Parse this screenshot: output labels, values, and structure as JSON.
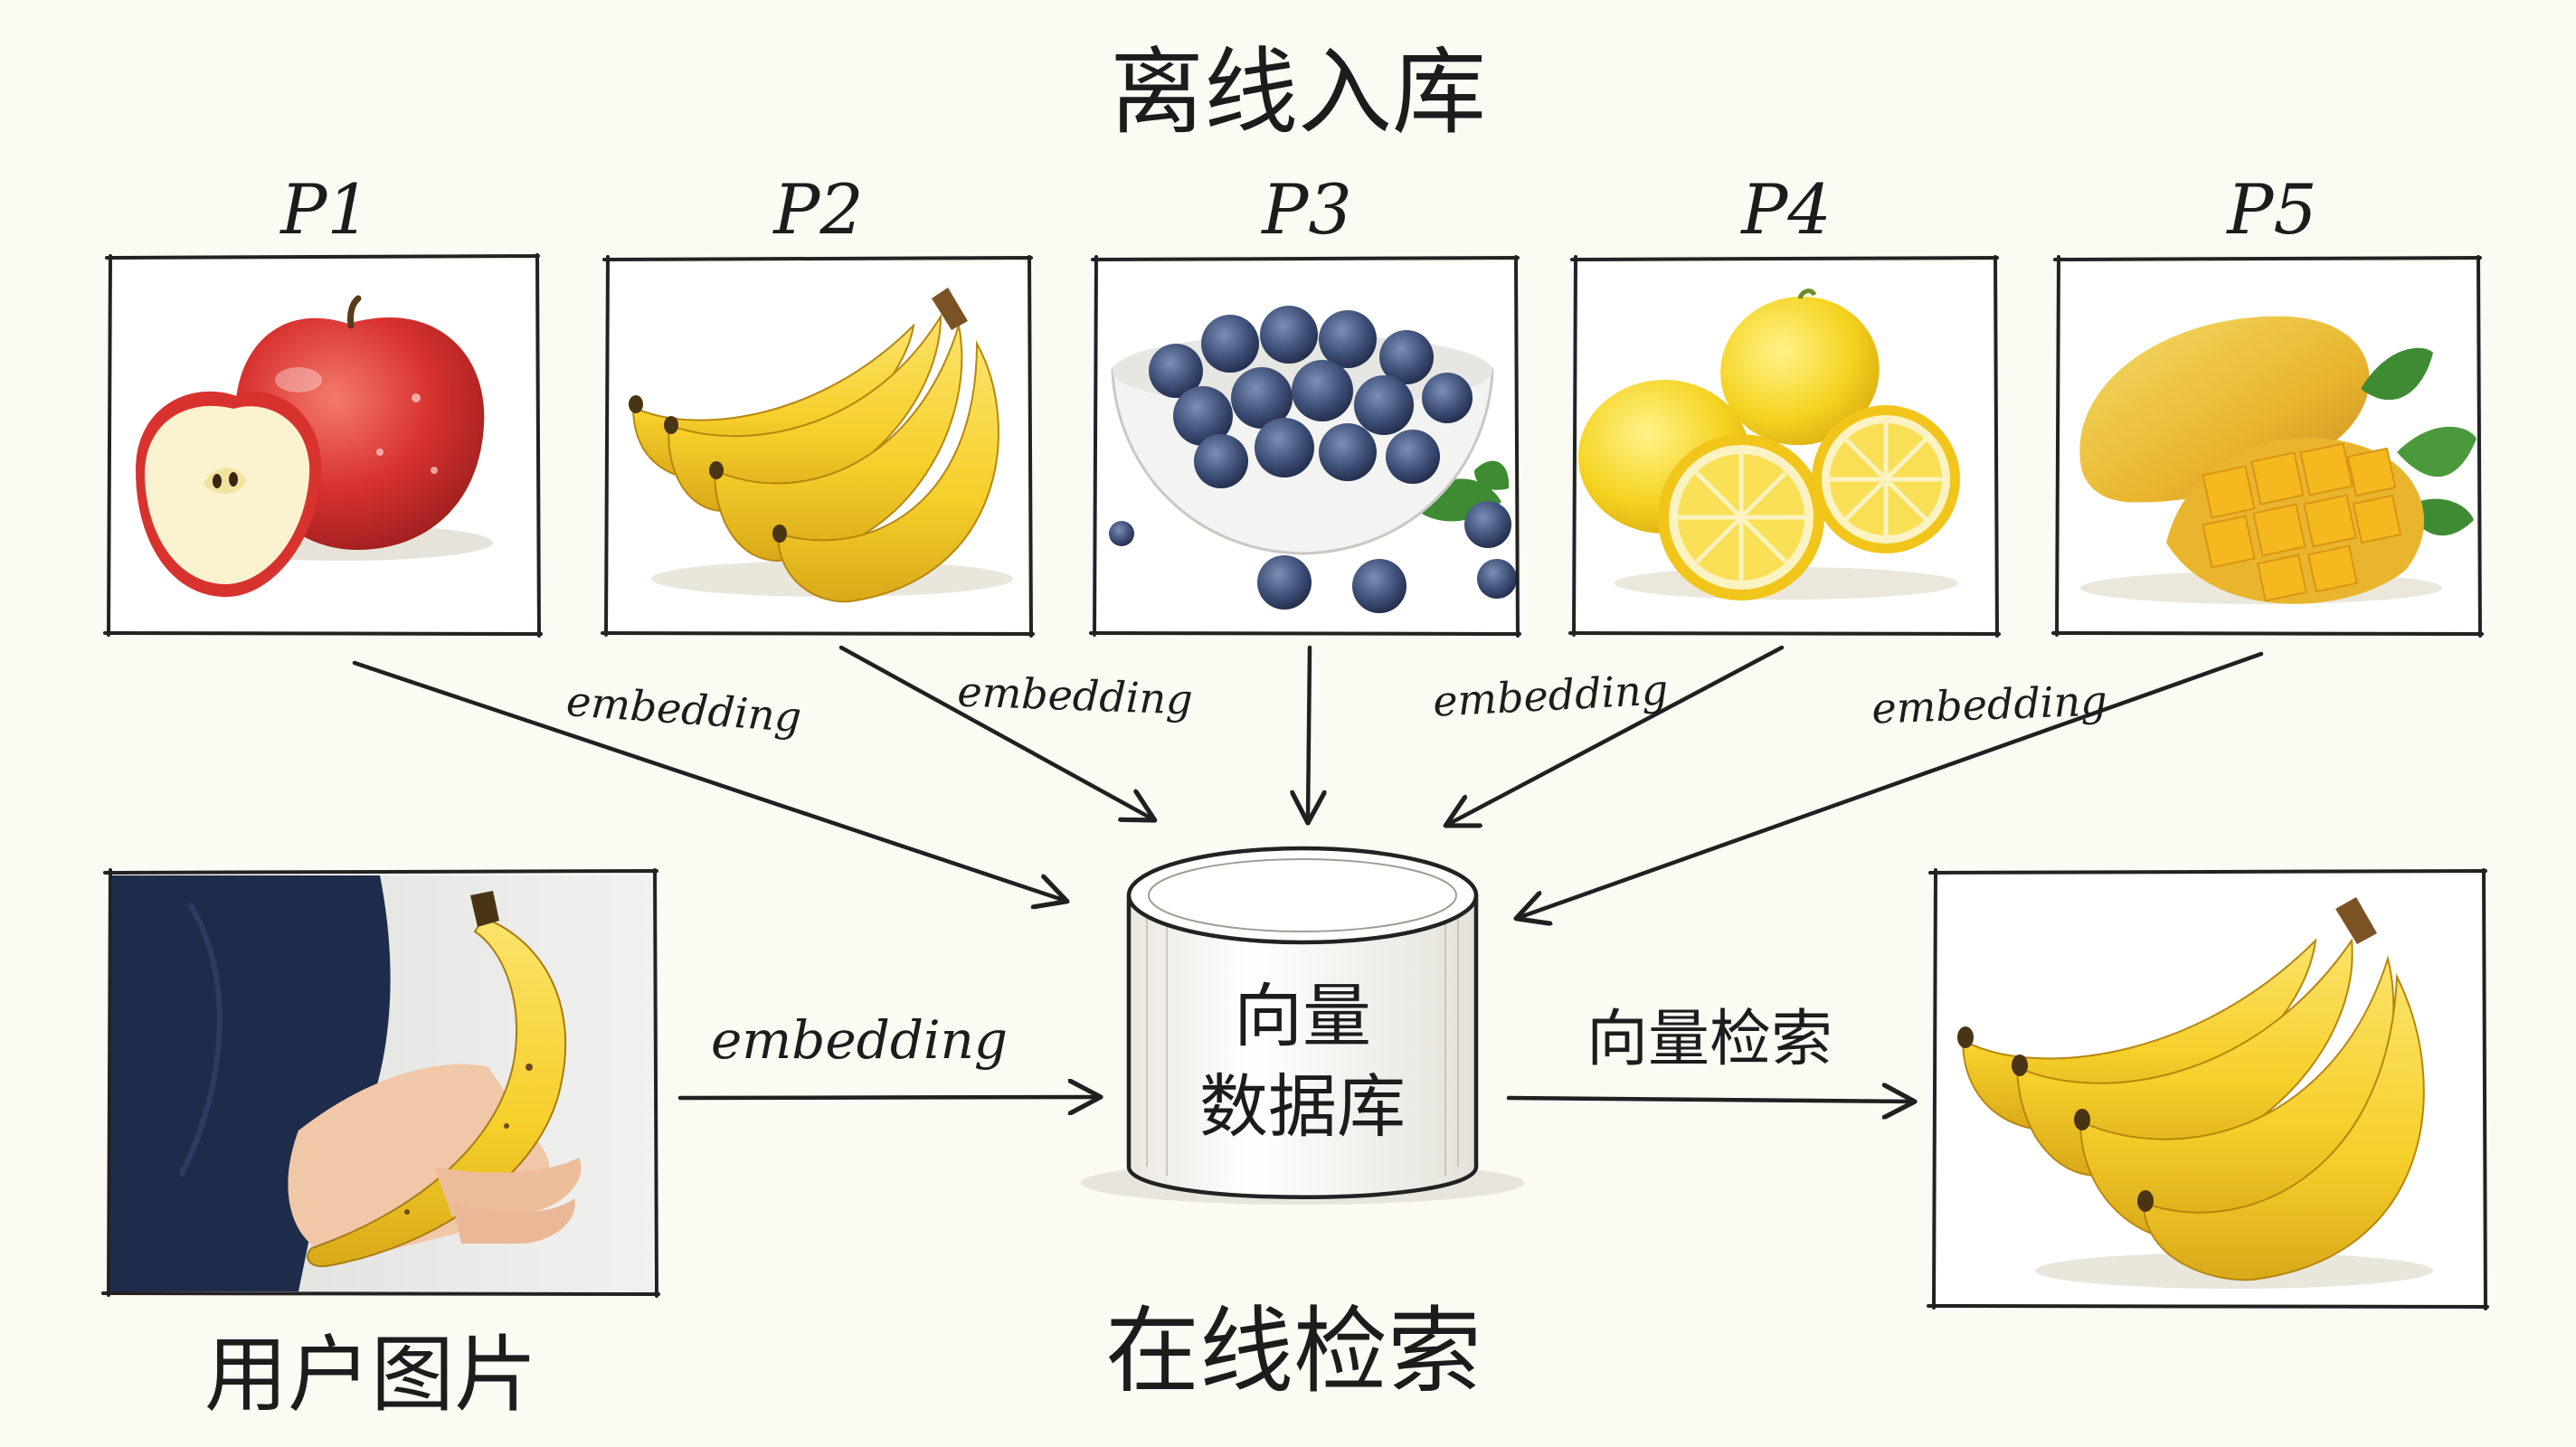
{
  "diagram": {
    "title_offline": "离线入库",
    "title_online": "在线检索",
    "panels": [
      {
        "label": "P1",
        "fruit": "apple"
      },
      {
        "label": "P2",
        "fruit": "banana"
      },
      {
        "label": "P3",
        "fruit": "blueberry"
      },
      {
        "label": "P4",
        "fruit": "lemon"
      },
      {
        "label": "P5",
        "fruit": "mango"
      }
    ],
    "edge_label": "embedding",
    "database": {
      "line1": "向量",
      "line2": "数据库"
    },
    "search_label": "向量检索",
    "user_image_label": "用户图片",
    "user_image_fruit": "banana-in-hand",
    "result_fruit": "banana"
  },
  "colors": {
    "ink": "#1c1c1c",
    "paper": "#fbfaf3",
    "apple_red": "#d8322f",
    "banana_yellow": "#f6cf2a",
    "blueberry": "#3e4f78",
    "lemon": "#f5d320",
    "mango": "#f0b82d",
    "leaf": "#3e8b34",
    "sleeve": "#1e2c4c"
  }
}
